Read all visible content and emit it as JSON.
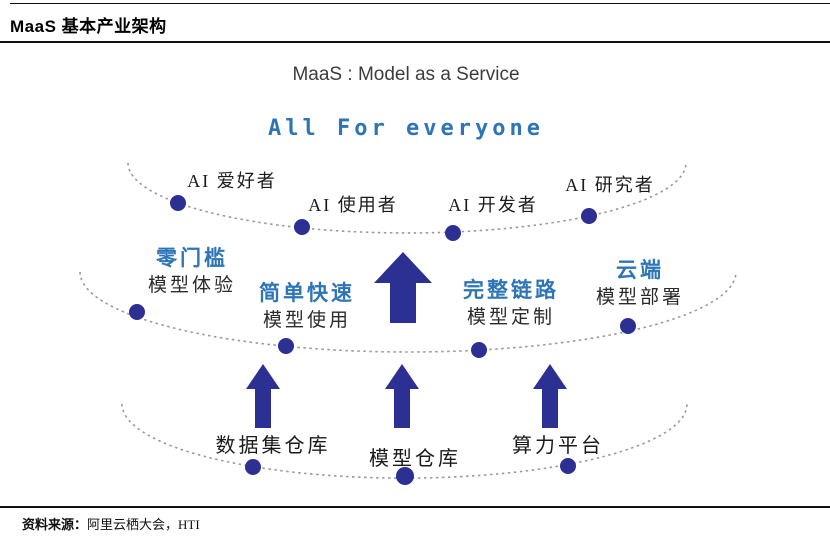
{
  "page": {
    "title": "MaaS 基本产业架构",
    "subtitle": "MaaS : Model as a Service",
    "slogan": "All For everyone"
  },
  "colors": {
    "accent_blue": "#2E75B6",
    "navy": "#2B3092",
    "arc_gray": "#9a9a9a",
    "text_dark": "#1a1a1a"
  },
  "tiers": {
    "users": [
      "AI 爱好者",
      "AI 使用者",
      "AI 开发者",
      "AI 研究者"
    ],
    "capabilities": [
      {
        "feature": "零门槛",
        "desc": "模型体验"
      },
      {
        "feature": "简单快速",
        "desc": "模型使用"
      },
      {
        "feature": "完整链路",
        "desc": "模型定制"
      },
      {
        "feature": "云端",
        "desc": "模型部署"
      }
    ],
    "infrastructure": [
      "数据集仓库",
      "模型仓库",
      "算力平台"
    ]
  },
  "footer": {
    "label": "资料来源：",
    "value": "阿里云栖大会，HTI"
  }
}
